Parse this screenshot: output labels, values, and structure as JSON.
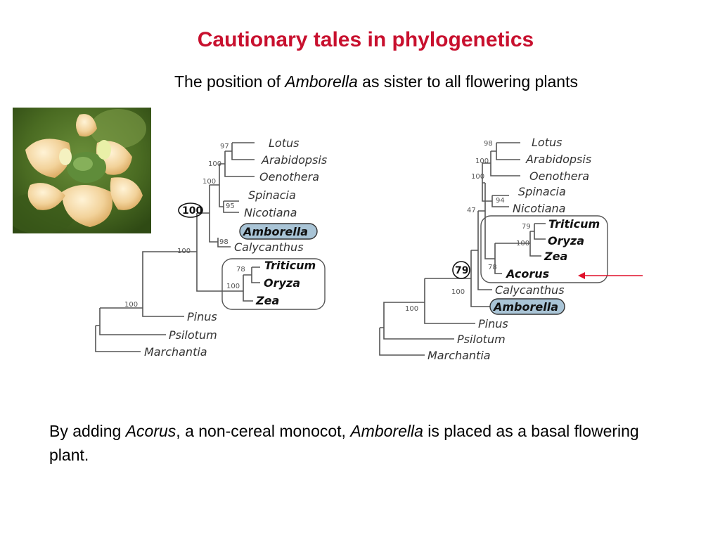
{
  "slide": {
    "title": "Cautionary tales in phylogenetics",
    "subtitle_pre": "The position of ",
    "subtitle_em": "Amborella",
    "subtitle_post": " as sister to all flowering plants",
    "caption_1": "By adding ",
    "caption_em1": "Acorus",
    "caption_2": ", a non-cereal monocot, ",
    "caption_em2": "Amborella",
    "caption_3": " is placed as a basal flowering plant."
  },
  "photo": {
    "subject": "Amborella flower"
  },
  "tree_left": {
    "taxa": [
      "Lotus",
      "Arabidopsis",
      "Oenothera",
      "Spinacia",
      "Nicotiana",
      "Amborella",
      "Calycanthus",
      "Triticum",
      "Oryza",
      "Zea",
      "Pinus",
      "Psilotum",
      "Marchantia"
    ],
    "support": [
      "97",
      "100",
      "100",
      "95",
      "100",
      "98",
      "100",
      "78",
      "100",
      "100"
    ]
  },
  "tree_right": {
    "taxa": [
      "Lotus",
      "Arabidopsis",
      "Oenothera",
      "Spinacia",
      "Nicotiana",
      "Triticum",
      "Oryza",
      "Zea",
      "Acorus",
      "Calycanthus",
      "Amborella",
      "Pinus",
      "Psilotum",
      "Marchantia"
    ],
    "support": [
      "98",
      "100",
      "100",
      "94",
      "47",
      "79",
      "100",
      "78",
      "79",
      "100",
      "100"
    ]
  },
  "colors": {
    "title": "#c8102e",
    "arrow": "#e0102a",
    "amborella_highlight": "#a9c4d6"
  }
}
